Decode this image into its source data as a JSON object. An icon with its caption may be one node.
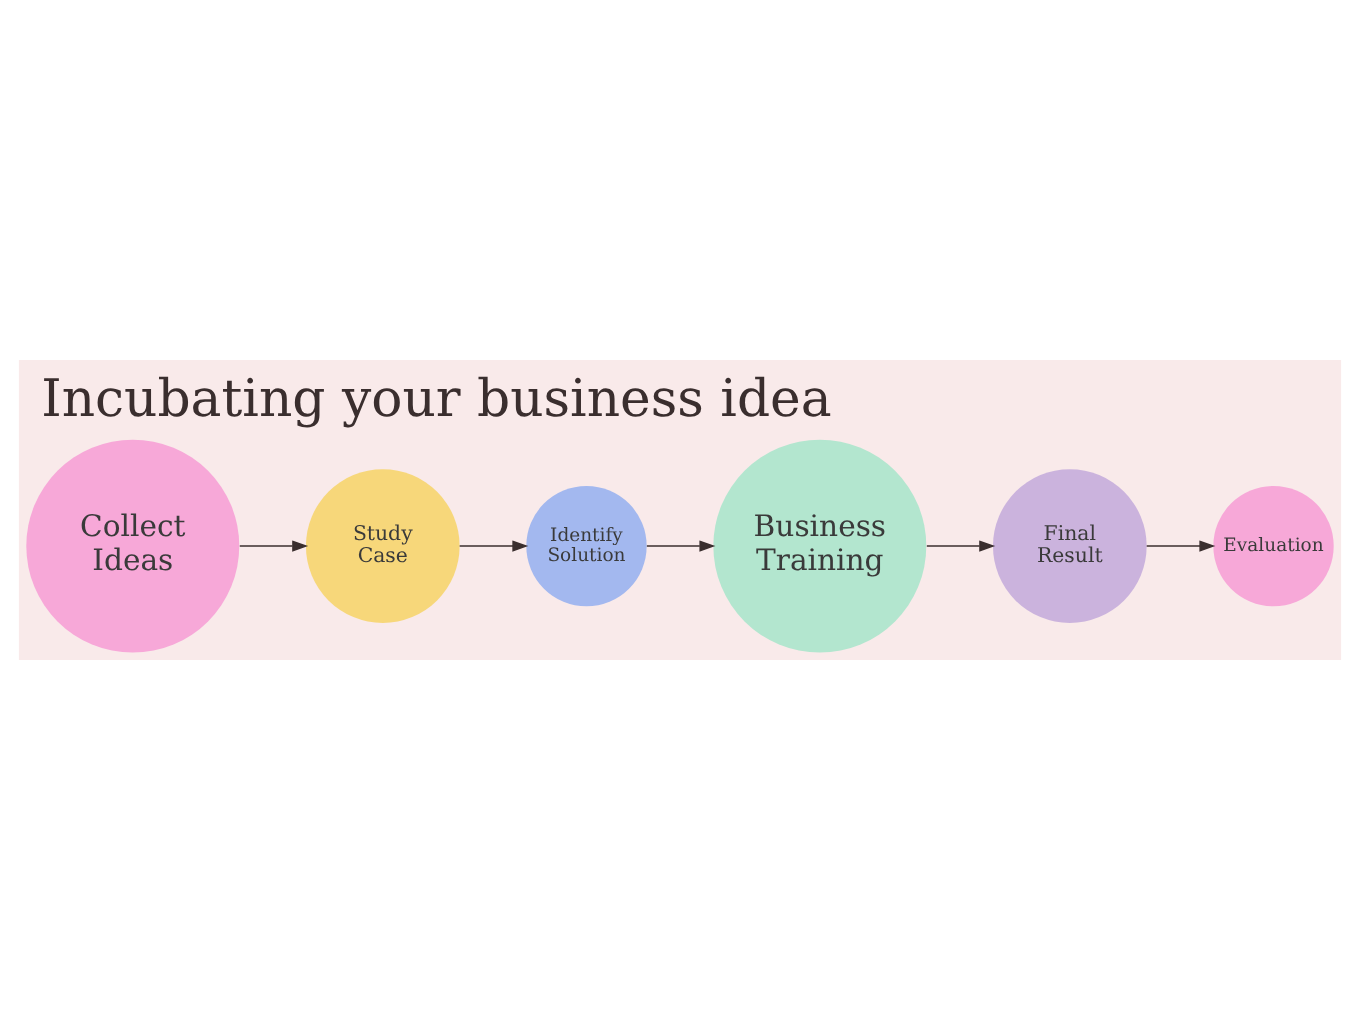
{
  "diagram": {
    "title": "Incubating your business idea",
    "nodes": [
      {
        "text": [
          "Collect Ideas"
        ]
      },
      {
        "text": [
          "Study Case"
        ]
      },
      {
        "text": [
          "Identify Solution"
        ]
      },
      {
        "text": [
          "Business Training"
        ]
      },
      {
        "text": [
          "Final Result"
        ]
      },
      {
        "text": [
          "Evaluation"
        ]
      }
    ],
    "edges": [
      {
        "from": 0,
        "to": 1,
        "arrow": "to"
      },
      {
        "from": 1,
        "to": 2,
        "arrow": "to"
      },
      {
        "from": 2,
        "to": 3,
        "arrow": "to"
      },
      {
        "from": 3,
        "to": 4,
        "arrow": "to"
      },
      {
        "from": 4,
        "to": 5,
        "arrow": "to"
      }
    ]
  }
}
